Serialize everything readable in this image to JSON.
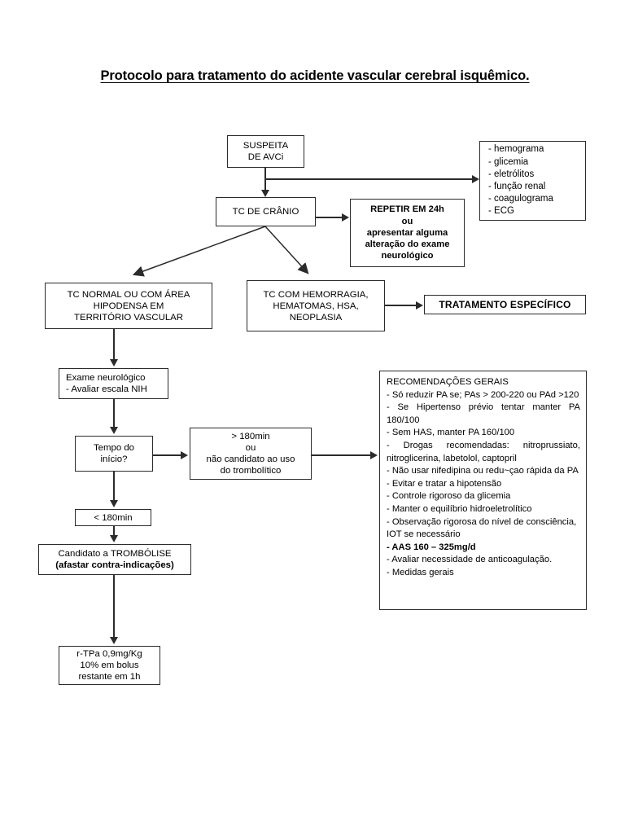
{
  "document": {
    "title": "Protocolo para tratamento do acidente vascular cerebral isquêmico."
  },
  "flowchart": {
    "type": "flowchart",
    "nodes": {
      "suspeita": {
        "lines": [
          "SUSPEITA",
          "DE AVCi"
        ]
      },
      "tc_cranio": {
        "lines": [
          "TC DE CRÂNIO"
        ]
      },
      "repetir": {
        "lines": [
          "REPETIR EM 24h",
          "ou",
          "apresentar alguma",
          "alteração do exame",
          "neurológico"
        ]
      },
      "exames": {
        "lines": [
          "- hemograma",
          "- glicemia",
          "- eletrólitos",
          "- função renal",
          "- coagulograma",
          "- ECG"
        ]
      },
      "tc_normal": {
        "lines": [
          "TC NORMAL OU COM ÁREA",
          "HIPODENSA EM",
          "TERRITÓRIO VASCULAR"
        ]
      },
      "tc_hemorragia": {
        "lines": [
          "TC COM HEMORRAGIA,",
          "HEMATOMAS, HSA,",
          "NEOPLASIA"
        ]
      },
      "tratamento_especifico": {
        "lines": [
          "TRATAMENTO ESPECÍFICO"
        ]
      },
      "exame_neurologico": {
        "lines": [
          "Exame neurológico",
          "- Avaliar escala NIH"
        ]
      },
      "tempo_inicio": {
        "lines": [
          "Tempo do",
          "início?"
        ]
      },
      "maior_180": {
        "lines": [
          "> 180min",
          "ou",
          "não candidato ao uso",
          "do trombolítico"
        ]
      },
      "menor_180": {
        "lines": [
          "< 180min"
        ]
      },
      "candidato_trombolise": {
        "lines": [
          "Candidato a TROMBÓLISE",
          "(afastar contra-indicações)"
        ]
      },
      "rtpa": {
        "lines": [
          "r-TPa 0,9mg/Kg",
          "10% em bolus",
          "restante em 1h"
        ]
      },
      "recomendacoes": {
        "heading": "RECOMENDAÇÕES GERAIS",
        "items": [
          {
            "text": "- Só reduzir PA se; PAs > 200-220 ou PAd >120",
            "bold": false,
            "justify": true
          },
          {
            "text": "- Se Hipertenso prévio tentar manter PA 180/100",
            "bold": false,
            "justify": true
          },
          {
            "text": "- Sem HAS, manter PA 160/100",
            "bold": false,
            "justify": false
          },
          {
            "text": "- Drogas recomendadas: nitroprussiato, nitroglicerina, labetolol, captopril",
            "bold": false,
            "justify": true
          },
          {
            "text": "- Não usar nifedipina ou redu~çao rápida da PA",
            "bold": false,
            "justify": true
          },
          {
            "text": "- Evitar e tratar a hipotensão",
            "bold": false,
            "justify": false
          },
          {
            "text": "- Controle rigoroso da glicemia",
            "bold": false,
            "justify": false
          },
          {
            "text": "- Manter o equilíbrio hidroeletrolítico",
            "bold": false,
            "justify": false
          },
          {
            "text": "- Observação rigorosa do nível de consciência, IOT se necessário",
            "bold": false,
            "justify": false
          },
          {
            "text": "- AAS 160 – 325mg/d",
            "bold": true,
            "justify": false
          },
          {
            "text": "- Avaliar necessidade de anticoagulação.",
            "bold": false,
            "justify": false
          },
          {
            "text": "- Medidas gerais",
            "bold": false,
            "justify": false
          }
        ]
      }
    },
    "edges": [
      {
        "from": "suspeita",
        "to": "tc_cranio"
      },
      {
        "from": "suspeita",
        "to": "exames"
      },
      {
        "from": "tc_cranio",
        "to": "repetir"
      },
      {
        "from": "tc_cranio",
        "to": "tc_normal"
      },
      {
        "from": "tc_cranio",
        "to": "tc_hemorragia"
      },
      {
        "from": "tc_hemorragia",
        "to": "tratamento_especifico"
      },
      {
        "from": "tc_normal",
        "to": "exame_neurologico"
      },
      {
        "from": "exame_neurologico",
        "to": "tempo_inicio"
      },
      {
        "from": "tempo_inicio",
        "to": "maior_180"
      },
      {
        "from": "tempo_inicio",
        "to": "menor_180"
      },
      {
        "from": "maior_180",
        "to": "recomendacoes"
      },
      {
        "from": "menor_180",
        "to": "candidato_trombolise"
      },
      {
        "from": "candidato_trombolise",
        "to": "rtpa"
      }
    ]
  },
  "colors": {
    "ink": "#2b2b2b",
    "page": "#ffffff"
  }
}
